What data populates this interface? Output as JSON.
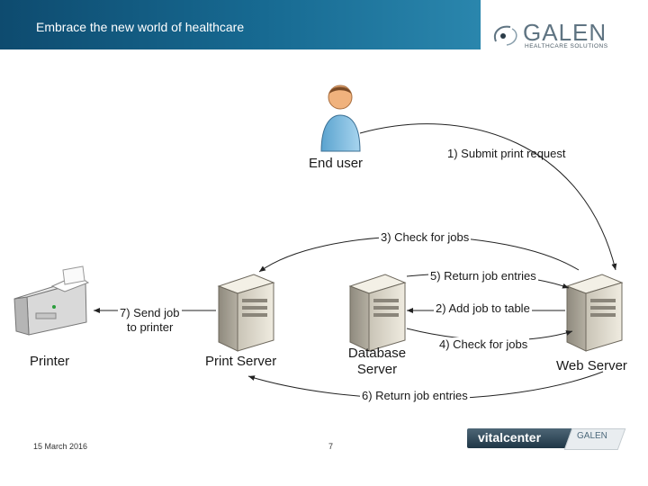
{
  "header": {
    "title": "Embrace the new world of healthcare",
    "logo_word": "GALEN",
    "logo_sub": "HEALTHCARE SOLUTIONS"
  },
  "nodes": {
    "end_user": "End user",
    "printer": "Printer",
    "print_server": "Print Server",
    "database_server_line1": "Database",
    "database_server_line2": "Server",
    "web_server": "Web Server"
  },
  "steps": {
    "s1": "1) Submit print request",
    "s2": "2) Add job to table",
    "s3": "3) Check for jobs",
    "s4": "4) Check for jobs",
    "s5": "5) Return job entries",
    "s6": "6) Return job entries",
    "s7_line1": "7) Send job",
    "s7_line2": "to printer"
  },
  "footer": {
    "date": "15 March 2016",
    "page": "7",
    "brand": "vitalcenter",
    "brand_partner": "GALEN"
  }
}
